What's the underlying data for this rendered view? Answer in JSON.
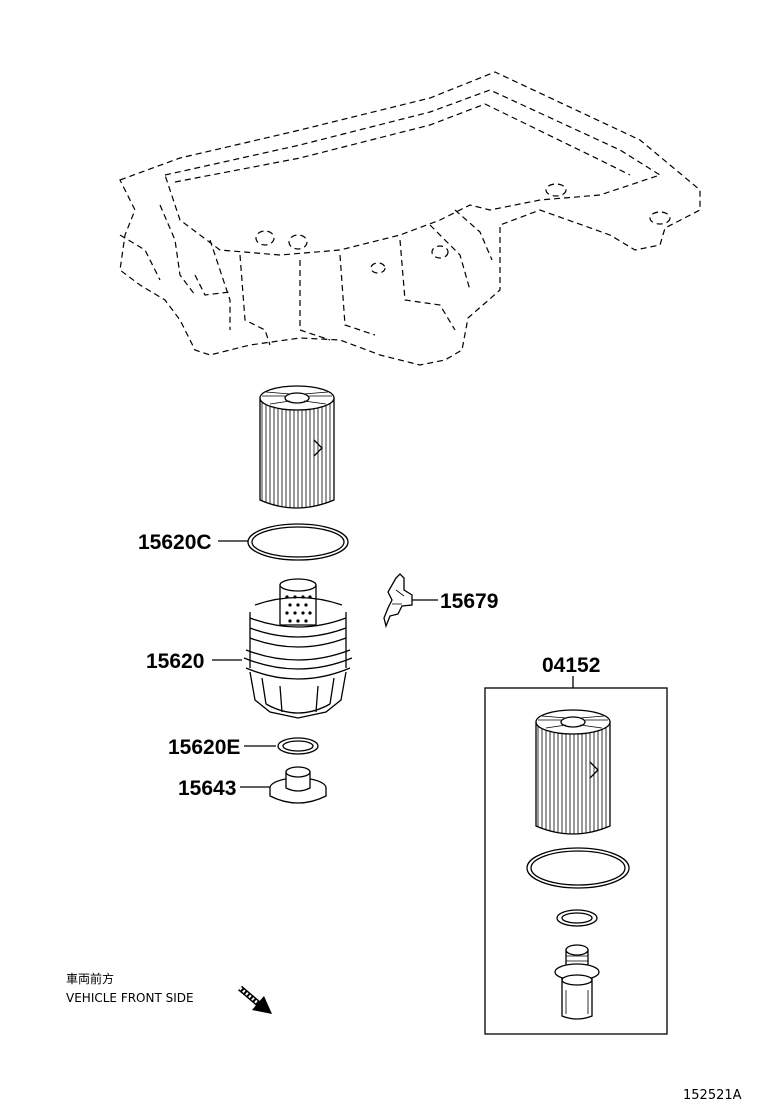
{
  "labels": {
    "gasket_c": "15620C",
    "clip": "15679",
    "cap_assy": "15620",
    "ring_e": "15620E",
    "plug": "15643",
    "kit": "04152"
  },
  "direction": {
    "jp": "車両前方",
    "en": "VEHICLE FRONT SIDE"
  },
  "figure_id": "152521A"
}
